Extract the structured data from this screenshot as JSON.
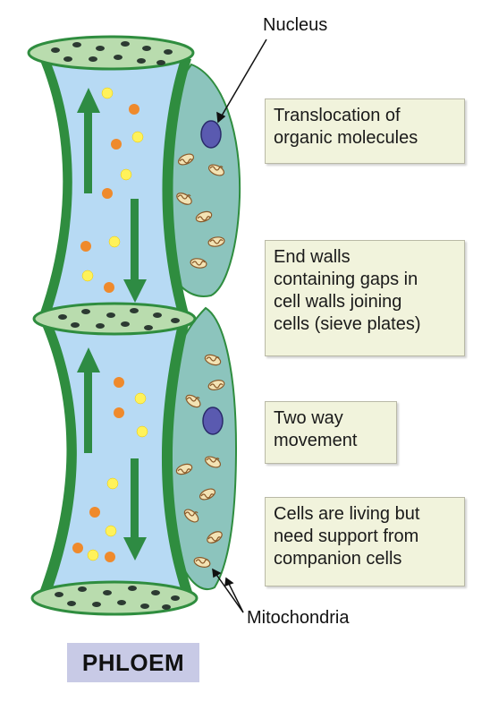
{
  "labels": {
    "nucleus": "Nucleus",
    "mitochondria": "Mitochondria",
    "title": "PHLOEM"
  },
  "notes": [
    {
      "lines": [
        "Translocation of",
        "organic molecules"
      ]
    },
    {
      "lines": [
        "End walls",
        "containing gaps in",
        "cell walls joining",
        "cells (sieve plates)"
      ]
    },
    {
      "lines": [
        "Two way",
        "movement"
      ]
    },
    {
      "lines": [
        "Cells are living but",
        "need support from",
        "companion cells"
      ]
    }
  ],
  "colors": {
    "sap": "#b7daf4",
    "cell_wall": "#2f8d3f",
    "sieve_plate": "#b9dcae",
    "companion_cell": "#8cc4bd",
    "nucleus": "#5a5ab0",
    "arrow": "#2e8b43",
    "yellow_particle": "#fff25a",
    "orange_particle": "#ef8a2c",
    "note_bg": "#f1f3dc",
    "title_bg": "#c8cae6"
  },
  "icons": [
    "nucleus-icon",
    "mitochondrion-icon",
    "sieve-plate-icon",
    "arrow-up-icon",
    "arrow-down-icon"
  ]
}
